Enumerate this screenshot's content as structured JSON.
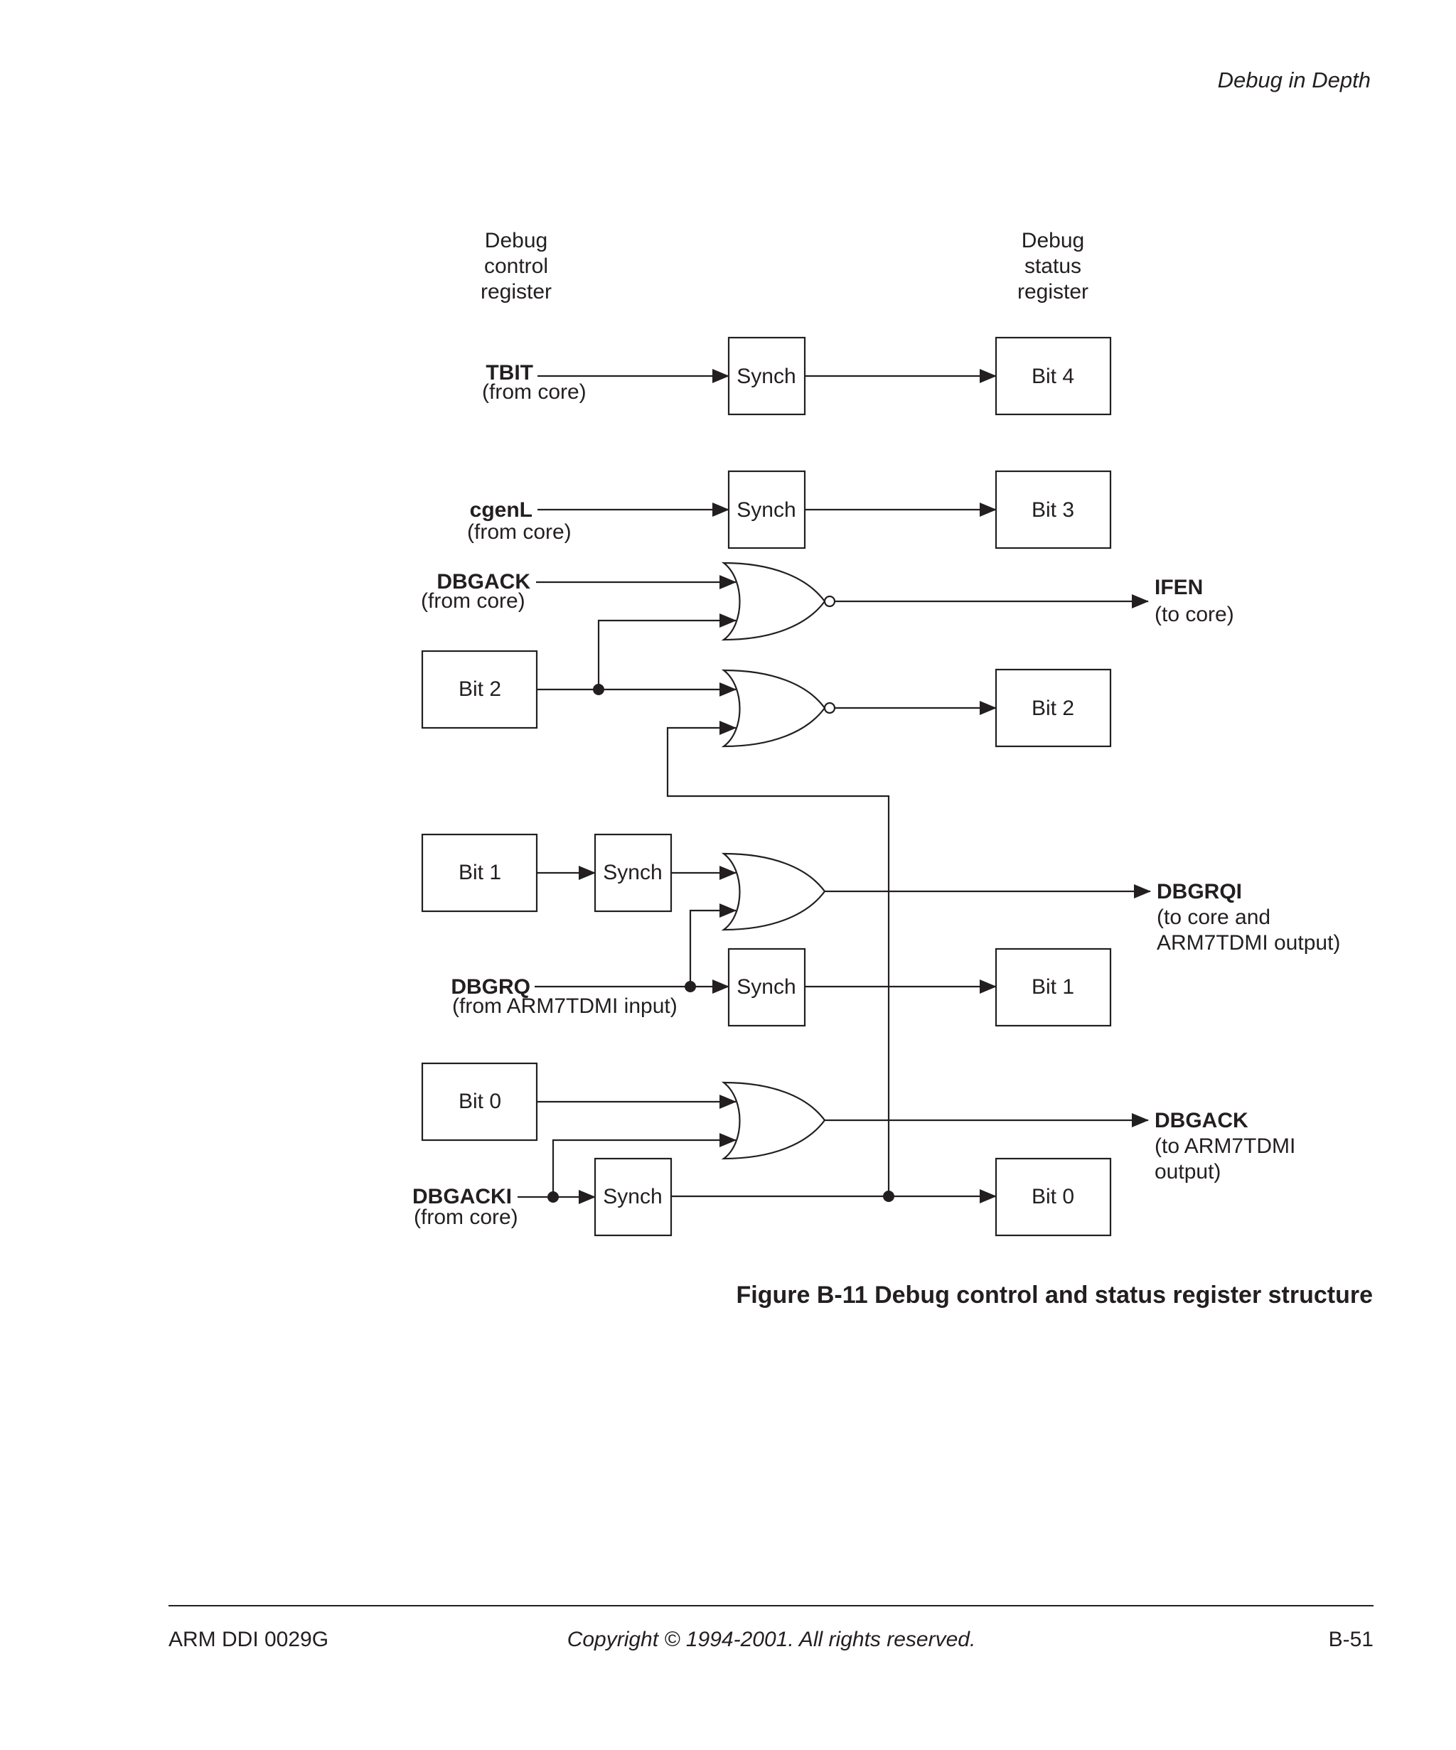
{
  "header": {
    "section_title": "Debug in Depth"
  },
  "diagram": {
    "col_heading_left": [
      "Debug",
      "control",
      "register"
    ],
    "col_heading_right": [
      "Debug",
      "status",
      "register"
    ],
    "synch_label": "Synch",
    "inputs": {
      "tbit": {
        "name": "TBIT",
        "note": "(from core)"
      },
      "cgenl": {
        "name": "cgenL",
        "note": "(from core)"
      },
      "dbgack_in": {
        "name": "DBGACK",
        "note": "(from core)"
      },
      "dbgrq": {
        "name": "DBGRQ",
        "note": "(from ARM7TDMI input)"
      },
      "dbgacki": {
        "name": "DBGACKI",
        "note": "(from core)"
      }
    },
    "control_bits": {
      "bit2": "Bit 2",
      "bit1": "Bit 1",
      "bit0": "Bit 0"
    },
    "status_bits": {
      "bit4": "Bit 4",
      "bit3": "Bit 3",
      "bit2": "Bit 2",
      "bit1": "Bit 1",
      "bit0": "Bit 0"
    },
    "outputs": {
      "ifen": {
        "name": "IFEN",
        "notes": [
          "(to core)"
        ]
      },
      "dbgrqi": {
        "name": "DBGRQI",
        "notes": [
          "(to core and",
          "ARM7TDMI output)"
        ]
      },
      "dbgack_out": {
        "name": "DBGACK",
        "notes": [
          "(to ARM7TDMI",
          "output)"
        ]
      }
    }
  },
  "caption": "Figure B-11 Debug control and status register structure",
  "footer": {
    "doc_id": "ARM DDI 0029G",
    "copyright": "Copyright © 1994-2001. All rights reserved.",
    "page": "B-51"
  }
}
